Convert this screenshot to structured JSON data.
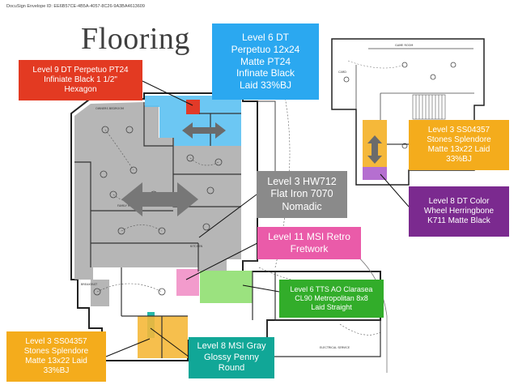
{
  "envelope_id": "DocuSign Envelope ID: EE6B57CE-4B5A-4057-8C26-9A3BA4613609",
  "title": "Flooring",
  "callouts": [
    {
      "id": "level9",
      "text": "Level 9 DT Perpetuo PT24\nInfiniate Black 1 1/2\"\nHexagon",
      "color": "#e33a22"
    },
    {
      "id": "level6-dt",
      "text": "Level 6 DT\nPerpetuo 12x24\nMatte PT24\nInfinate Black\nLaid 33%BJ",
      "color": "#2ba8f0"
    },
    {
      "id": "level3-top",
      "text": "Level 3 SS04357\nStones Splendore\nMatte 13x22 Laid\n33%BJ",
      "color": "#f4ac1c"
    },
    {
      "id": "level3-hw712",
      "text": "Level 3 HW712\nFlat Iron 7070\nNomadic",
      "color": "#8a8a8a"
    },
    {
      "id": "level8-dt",
      "text": "Level 8 DT Color\nWheel Herringbone\nK711 Matte Black",
      "color": "#7b2a8f"
    },
    {
      "id": "level11",
      "text": "Level 11 MSI Retro\nFretwork",
      "color": "#ea5ba9"
    },
    {
      "id": "level6-tts",
      "text": "Level 6 TTS AO Clarasea\nCL90 Metropolitan 8x8\nLaid Straight",
      "color": "#32ad2a"
    },
    {
      "id": "level8-msi",
      "text": "Level 8 MSI Gray\nGlossy Penny\nRound",
      "color": "#11a797"
    },
    {
      "id": "level3-bottom",
      "text": "Level 3 SS04357\nStones Splendore\nMatte 13x22 Laid\n33%BJ",
      "color": "#f4ac1c"
    }
  ],
  "room_labels": {
    "owners_bedroom": "OWNERS BEDROOM",
    "family_room": "FAMILY ROOM",
    "kitchen": "KITCHEN",
    "breakfast": "BREAKFAST",
    "game_room": "GAME ROOM",
    "card": "CARD",
    "electrical": "ELECTRICAL SERVICE"
  }
}
